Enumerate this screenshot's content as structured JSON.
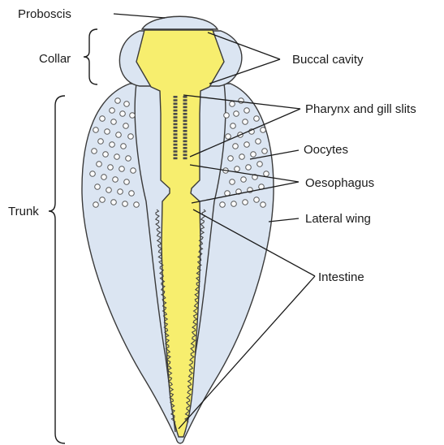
{
  "labels": {
    "proboscis": "Proboscis",
    "collar": "Collar",
    "trunk": "Trunk",
    "buccal_cavity": "Buccal cavity",
    "pharynx": "Pharynx and gill slits",
    "oocytes": "Oocytes",
    "oesophagus": "Oesophagus",
    "lateral_wing": "Lateral wing",
    "intestine": "Intestine"
  },
  "colors": {
    "body_fill": "#dbe5f2",
    "gut_fill": "#f7ee6e",
    "outline": "#3a3a3a"
  }
}
